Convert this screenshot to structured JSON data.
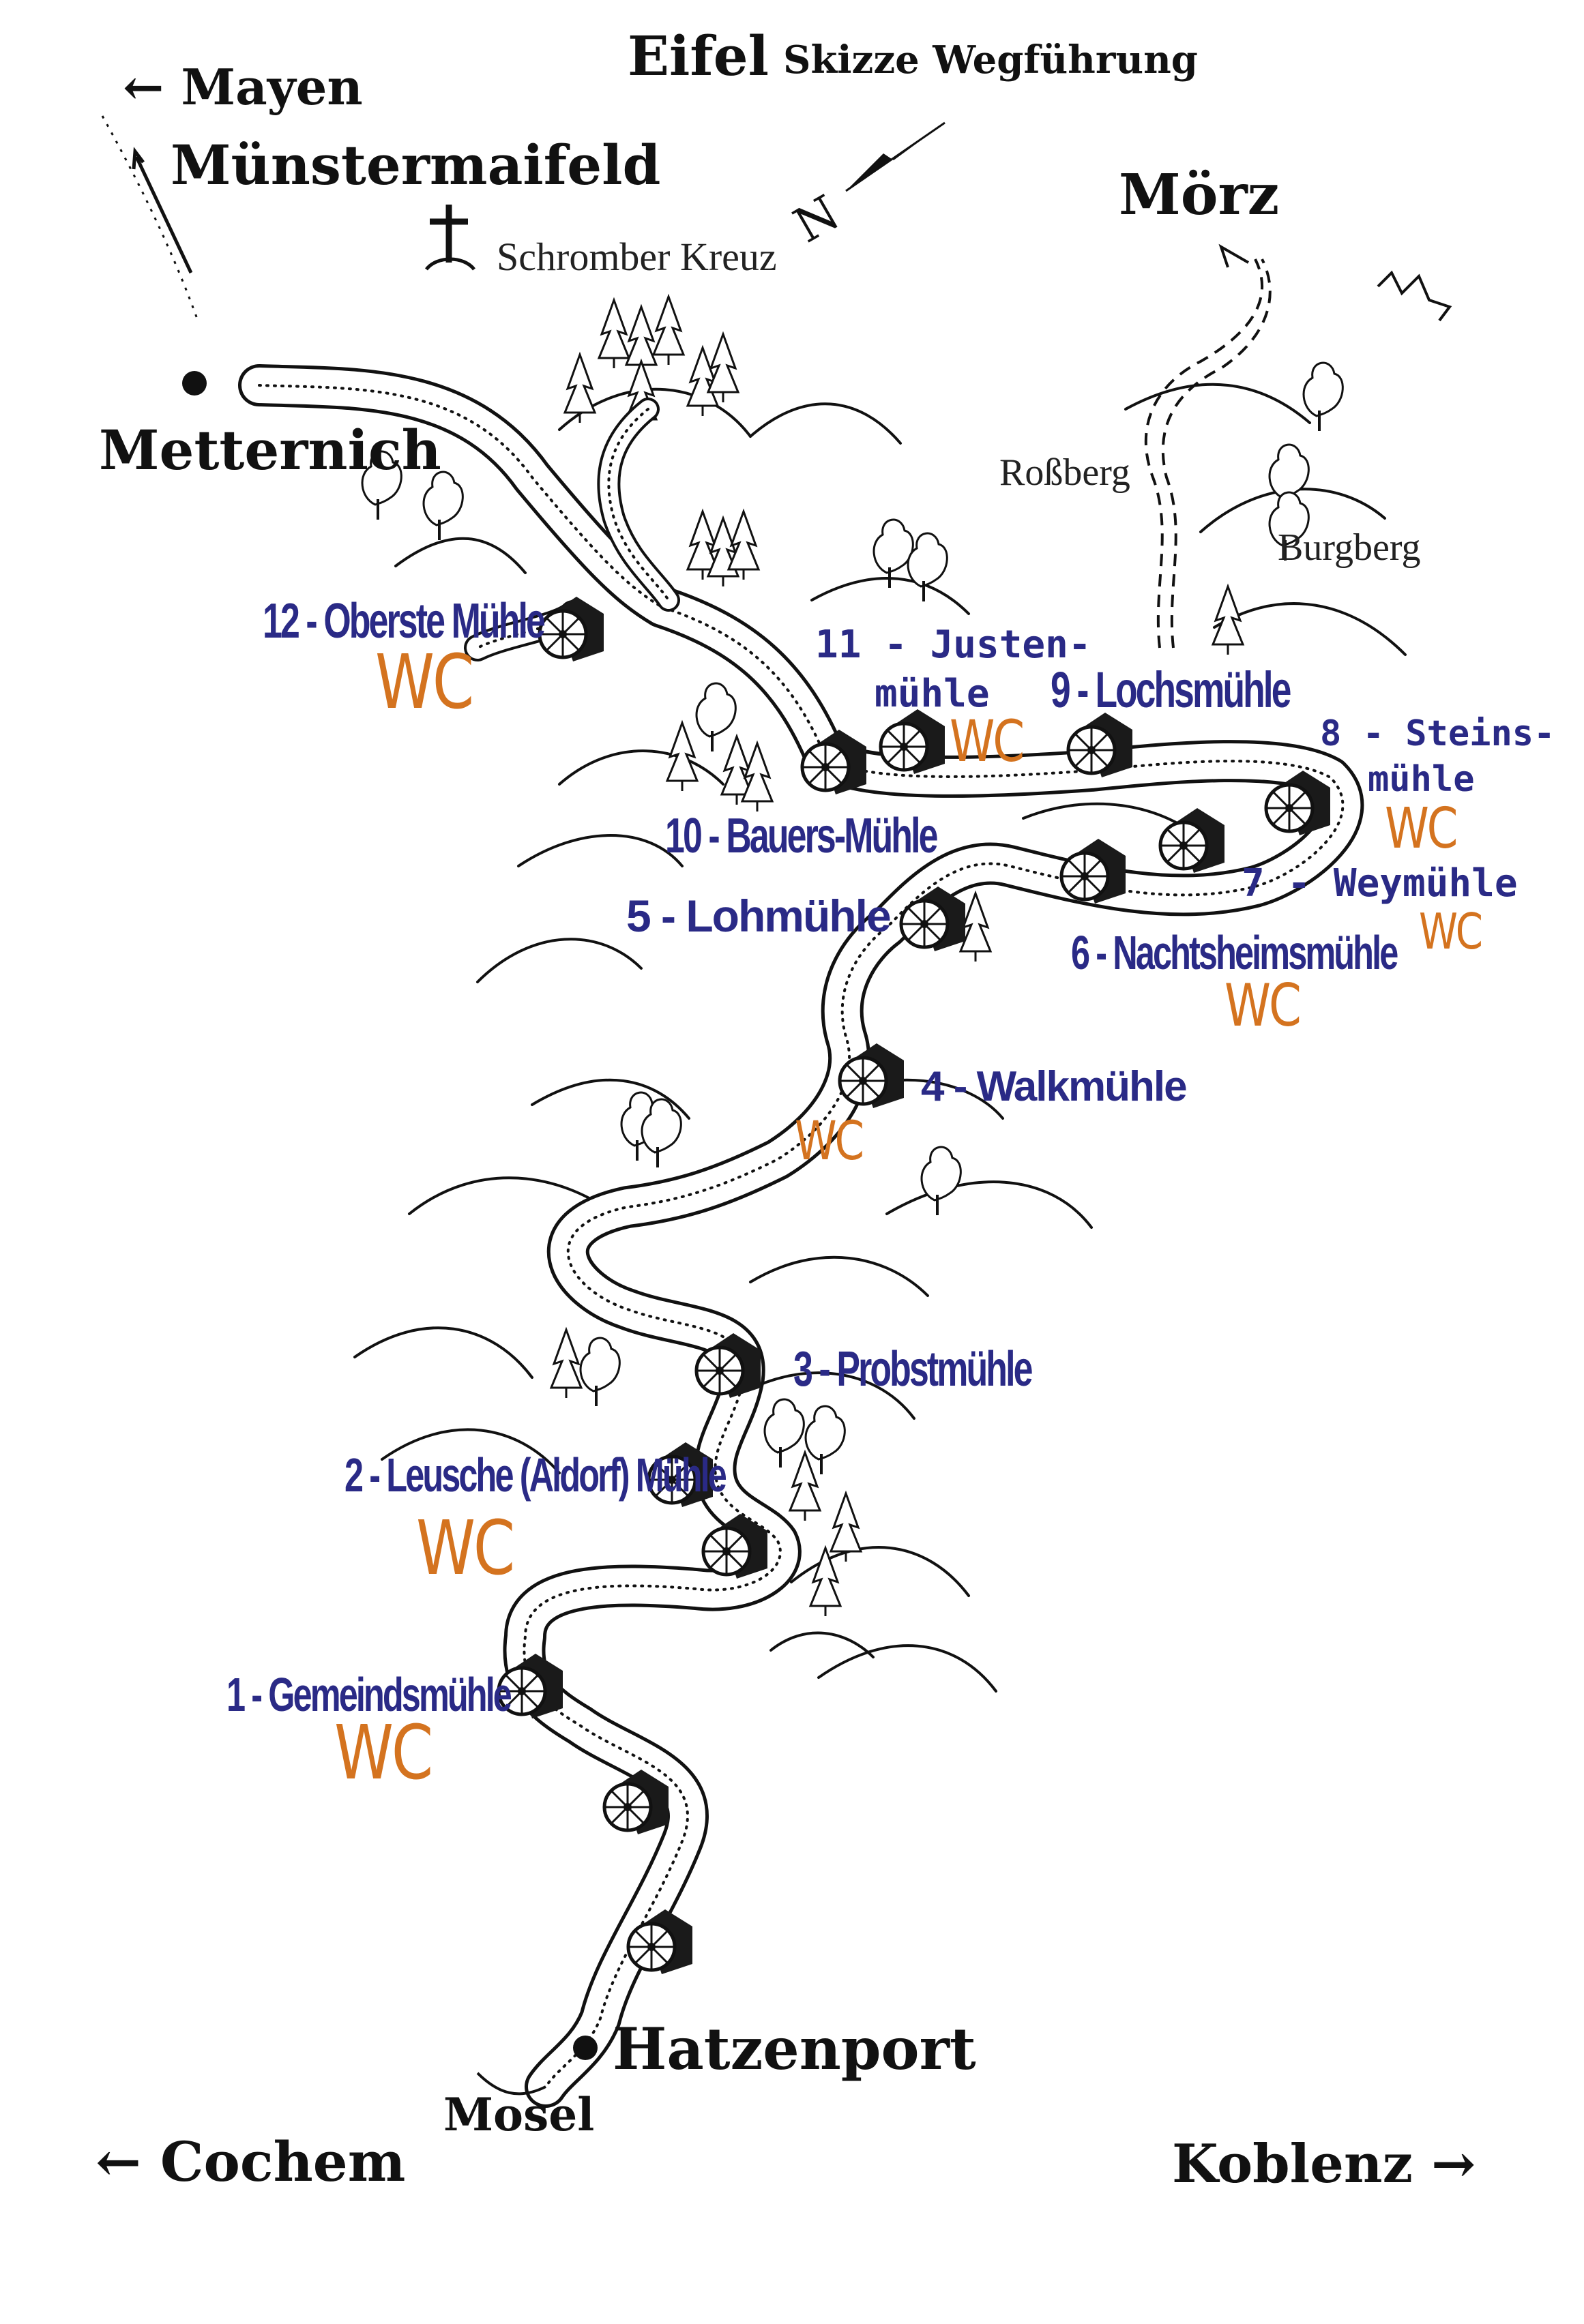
{
  "header": {
    "title": "Eifel",
    "subtitle": "Skizze Wegführung"
  },
  "places": {
    "mayen": "← Mayen",
    "muenstermaifeld": "Münstermaifeld",
    "schromber_kreuz": "Schromber Kreuz",
    "moerz": "Mörz",
    "metternich": "Metternich",
    "rossberg": "Roßberg",
    "burgberg": "Burgberg",
    "hatzenport": "Hatzenport",
    "mosel": "Mosel",
    "cochem": "← Cochem",
    "koblenz": "Koblenz →"
  },
  "north_marker": "N",
  "mills": [
    {
      "id": 12,
      "label": "12 - Oberste Mühle",
      "wc": true
    },
    {
      "id": 11,
      "label_line1": "11 - Justen-",
      "label_line2": "mühle",
      "wc": true
    },
    {
      "id": 9,
      "label": "9 - Lochsmühle",
      "wc": false
    },
    {
      "id": 8,
      "label_line1": "8 - Steins-",
      "label_line2": "mühle",
      "wc": true
    },
    {
      "id": 10,
      "label": "10 - Bauers-Mühle",
      "wc": false
    },
    {
      "id": 7,
      "label": "7 - Weymühle",
      "wc": true
    },
    {
      "id": 5,
      "label": "5 - Lohmühle",
      "wc": false
    },
    {
      "id": 6,
      "label": "6 - Nachtsheimsmühle",
      "wc": true
    },
    {
      "id": 4,
      "label": "4 - Walkmühle",
      "wc": true
    },
    {
      "id": 3,
      "label": "3 - Probstmühle",
      "wc": false
    },
    {
      "id": 2,
      "label": "2 - Leusche (Aldorf) Mühle",
      "wc": true
    },
    {
      "id": 1,
      "label": "1 - Gemeindsmühle",
      "wc": true
    }
  ],
  "wc_label": "WC",
  "colors": {
    "mill_label": "#2a2a86",
    "wc_label": "#d4731f",
    "ink": "#111111"
  }
}
